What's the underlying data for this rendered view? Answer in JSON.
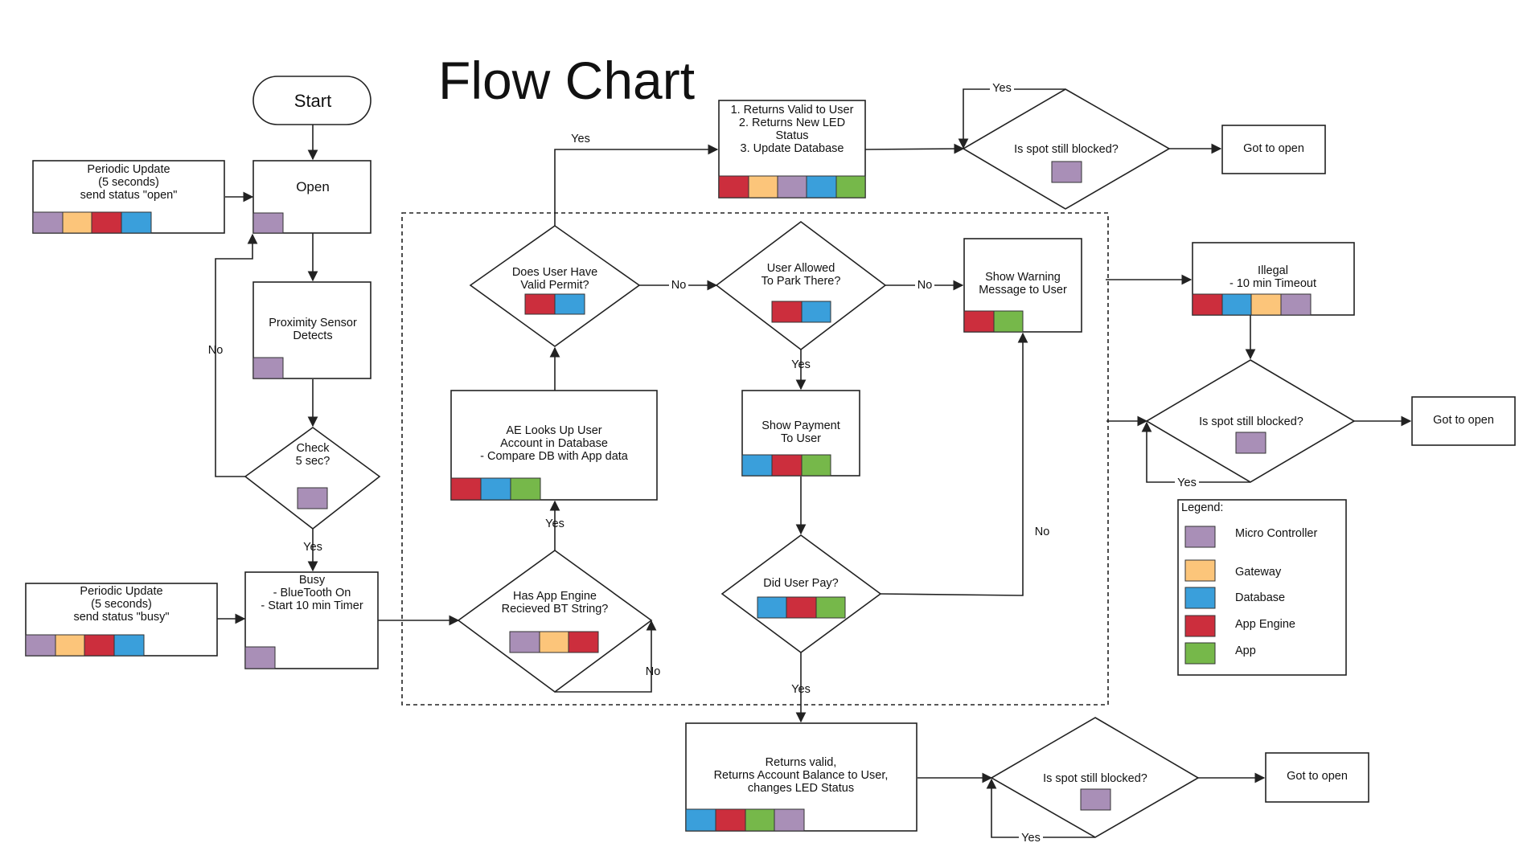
{
  "title": "Flow Chart",
  "colors": {
    "micro_controller": "#a98fb7",
    "gateway": "#fcc57a",
    "database": "#3a9fdb",
    "app_engine": "#cc2e3d",
    "app": "#76b84a"
  },
  "nodes": {
    "start": "Start",
    "open": "Open",
    "periodic_open": [
      "Periodic Update",
      "(5 seconds)",
      "send status \"open\""
    ],
    "proximity": [
      "Proximity Sensor",
      "Detects"
    ],
    "check": [
      "Check",
      "5 sec?"
    ],
    "periodic_busy": [
      "Periodic Update",
      "(5 seconds)",
      "send status \"busy\""
    ],
    "busy": [
      "Busy",
      "- BlueTooth On",
      "- Start 10 min Timer"
    ],
    "has_app_engine": [
      "Has App Engine",
      "Recieved BT String?"
    ],
    "ae_looks_up": [
      "AE Looks Up User",
      "Account in Database",
      "- Compare DB with App data"
    ],
    "valid_permit": [
      "Does User Have",
      "Valid Permit?"
    ],
    "returns_valid_top": [
      "1. Returns Valid to User",
      "2. Returns New LED",
      "Status",
      "3. Update Database"
    ],
    "spot_blocked_top": "Is spot still blocked?",
    "goto_open_top": "Got to open",
    "user_allowed": [
      "User Allowed",
      "To Park There?"
    ],
    "show_warning": [
      "Show Warning",
      "Message to User"
    ],
    "illegal": [
      "Illegal",
      "- 10 min Timeout"
    ],
    "spot_blocked_right": "Is spot still blocked?",
    "goto_open_right": "Got to open",
    "show_payment": [
      "Show Payment",
      "To User"
    ],
    "did_user_pay": "Did User Pay?",
    "returns_valid_bottom": [
      "Returns valid,",
      "Returns Account Balance to User,",
      "changes LED Status"
    ],
    "spot_blocked_bottom": "Is spot still blocked?",
    "goto_open_bottom": "Got to open"
  },
  "edge_labels": {
    "yes": "Yes",
    "no": "No"
  },
  "legend": {
    "title": "Legend:",
    "items": [
      {
        "label": "Micro Controller",
        "color": "#a98fb7"
      },
      {
        "label": "Gateway",
        "color": "#fcc57a"
      },
      {
        "label": "Database",
        "color": "#3a9fdb"
      },
      {
        "label": "App Engine",
        "color": "#cc2e3d"
      },
      {
        "label": "App",
        "color": "#76b84a"
      }
    ]
  }
}
